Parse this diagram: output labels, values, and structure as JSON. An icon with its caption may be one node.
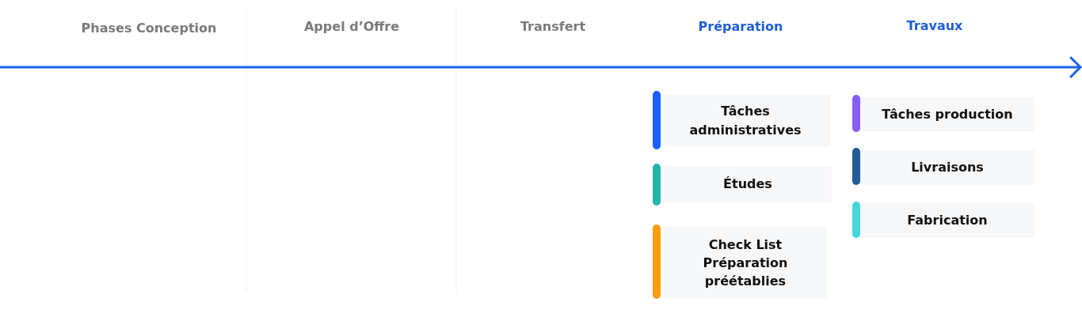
{
  "diagram": {
    "nodes": [
      {
        "text": [
          "Tâches administratives"
        ]
      },
      {
        "text": [
          "Études"
        ]
      },
      {
        "text": [
          "Check List Préparation préétablies"
        ]
      },
      {
        "text": [
          "Tâches production"
        ]
      },
      {
        "text": [
          "Livraisons"
        ]
      },
      {
        "text": [
          "Fabrication"
        ]
      }
    ],
    "labels": [
      "Phases Conception",
      "Appel d’Offre",
      "Transfert",
      "Préparation",
      "Travaux"
    ]
  }
}
